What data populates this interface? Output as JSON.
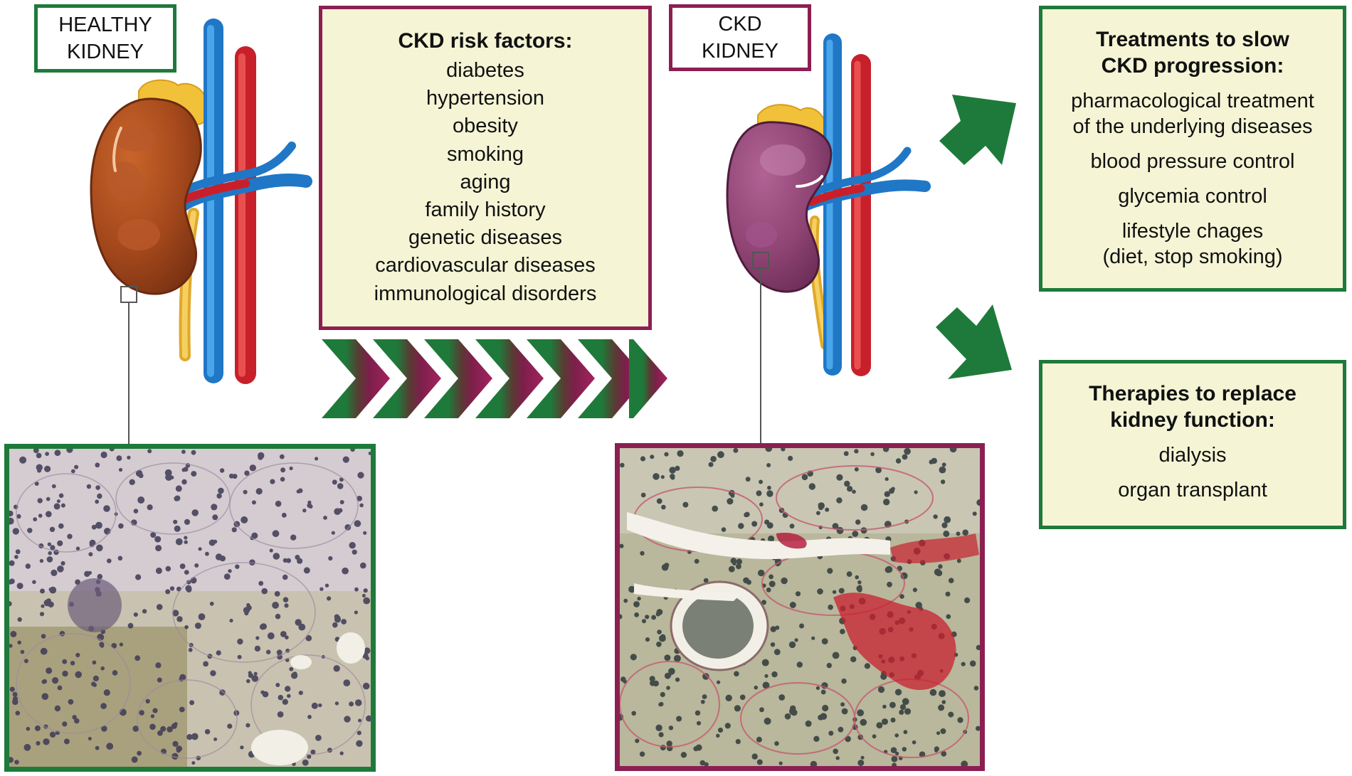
{
  "healthy_label": [
    "HEALTHY",
    "KIDNEY"
  ],
  "ckd_label": [
    "CKD",
    "KIDNEY"
  ],
  "risk_factors": {
    "title": "CKD risk factors:",
    "items": [
      "diabetes",
      "hypertension",
      "obesity",
      "smoking",
      "aging",
      "family history",
      "genetic diseases",
      "cardiovascular diseases",
      "immunological disorders"
    ]
  },
  "treatments": {
    "title": [
      "Treatments to slow",
      "CKD progression:"
    ],
    "items": [
      [
        "pharmacological treatment",
        "of the underlying diseases"
      ],
      [
        "blood pressure control"
      ],
      [
        "glycemia control"
      ],
      [
        "lifestyle chages",
        "(diet, stop smoking)"
      ]
    ]
  },
  "replacement": {
    "title": [
      "Therapies to replace",
      "kidney function:"
    ],
    "items": [
      "dialysis",
      "organ transplant"
    ]
  },
  "colors": {
    "green": "#1e7a3a",
    "purple": "#8c1f52",
    "box_fill": "#f5f5d6",
    "healthy_kidney": "#a64a1d",
    "ckd_kidney": "#944877",
    "artery": "#d62a2a",
    "vein": "#2e8fd6",
    "ureter": "#f2c94c"
  }
}
